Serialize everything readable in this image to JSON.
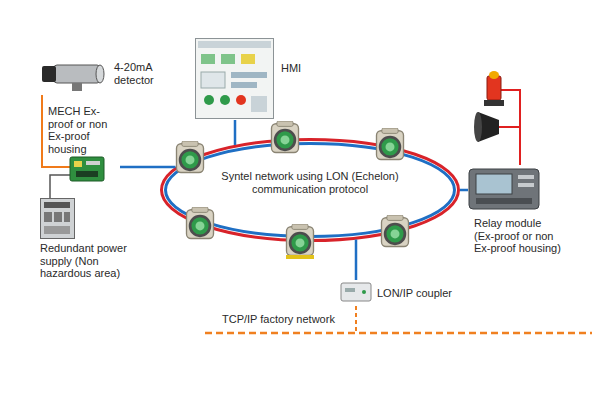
{
  "diagram": {
    "nodes": [
      {
        "text": [
          "4-20mA detector"
        ]
      },
      {
        "text": [
          "MECH Ex-proof or non Ex-proof housing"
        ]
      },
      {
        "text": [
          "HMI"
        ]
      },
      {
        "text": [
          "Syntel network using LON (Echelon) communication protocol"
        ]
      },
      {
        "text": [
          "Redundant power supply (Non hazardous area)"
        ]
      },
      {
        "text": [
          "Relay module (Ex-proof or non Ex-proof housing)"
        ]
      },
      {
        "text": [
          "LON/IP coupler"
        ]
      }
    ],
    "edges": [
      {
        "from": 0,
        "to": 1,
        "arrow": "none"
      },
      {
        "from": 4,
        "to": 1,
        "arrow": "none"
      },
      {
        "from": 1,
        "to": 3,
        "arrow": "none"
      },
      {
        "from": 2,
        "to": 3,
        "arrow": "none"
      },
      {
        "from": 5,
        "to": 3,
        "arrow": "none"
      },
      {
        "from": 6,
        "to": 3,
        "arrow": "none"
      }
    ],
    "labels": [
      "TCP/IP factory network"
    ]
  }
}
